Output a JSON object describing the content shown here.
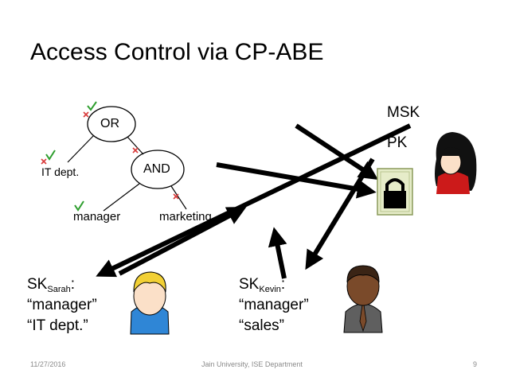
{
  "slide": {
    "title": "Access Control via CP-ABE",
    "footer": {
      "date": "11/27/2016",
      "org": "Jain University, ISE Department",
      "page": "9"
    }
  },
  "tree": {
    "or_label": "OR",
    "and_label": "AND",
    "leaf_it": "IT dept.",
    "leaf_manager": "manager",
    "leaf_marketing": "marketing",
    "marks": {
      "check_color": "#2e9e2e",
      "cross_color": "#d83a3a"
    }
  },
  "authority": {
    "msk": "MSK",
    "pk": "PK"
  },
  "sarah": {
    "sk": "SK",
    "sk_sub": "Sarah",
    "colon": ":",
    "attr1": "“manager”",
    "attr2": "“IT dept.”"
  },
  "kevin": {
    "sk": "SK",
    "sk_sub": "Kevin",
    "colon": ":",
    "attr1": "“manager”",
    "attr2": "“sales”"
  },
  "icons": {
    "lock": "lock-icon",
    "woman": "woman-avatar-icon",
    "sarah": "blonde-avatar-icon",
    "kevin": "dark-avatar-icon"
  }
}
